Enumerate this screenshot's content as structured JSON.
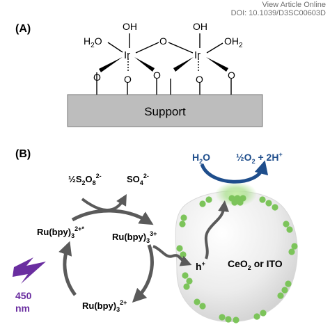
{
  "header": {
    "view_article": "View Article Online",
    "doi": "DOI: 10.1039/D3SC00603D"
  },
  "panel_a": {
    "label": "(A)",
    "atom_oh": "OH",
    "atom_o": "O",
    "atom_ir": "Ir",
    "atom_h2o": "H",
    "atom_h2o_sub": "2",
    "atom_h2o_tail": "O",
    "atom_oh2": "OH",
    "atom_oh2_sub": "2",
    "support_label": "Support"
  },
  "panel_b": {
    "label": "(B)",
    "persulfate": {
      "a": "½S",
      "b": "2",
      "c": "O",
      "d": "8",
      "e": "2-"
    },
    "sulfate": {
      "a": "SO",
      "b": "4",
      "c": "2-"
    },
    "ru_excited": {
      "a": "Ru(bpy)",
      "b": "3",
      "c": "2+*"
    },
    "ru_oxidized": {
      "a": "Ru(bpy)",
      "b": "3",
      "c": "3+"
    },
    "ru_ground": {
      "a": "Ru(bpy)",
      "b": "3",
      "c": "2+"
    },
    "hole": {
      "a": "h",
      "b": "+"
    },
    "water": {
      "a": "H",
      "b": "2",
      "c": "O"
    },
    "oxygen": {
      "a": "½O",
      "b": "2",
      "c": " + 2H",
      "d": "+"
    },
    "particle": {
      "a": "CeO",
      "b": "2",
      "c": " or ITO"
    },
    "light_value": "450",
    "light_unit": "nm"
  },
  "colors": {
    "support_fill": "#bdbdbd",
    "arrow_gray": "#5a5a5a",
    "water_blue": "#1f4e8c",
    "bead_green": "#7cc45a",
    "light_purple": "#6a2ea0",
    "particle_fill": "#e6e6e6"
  }
}
